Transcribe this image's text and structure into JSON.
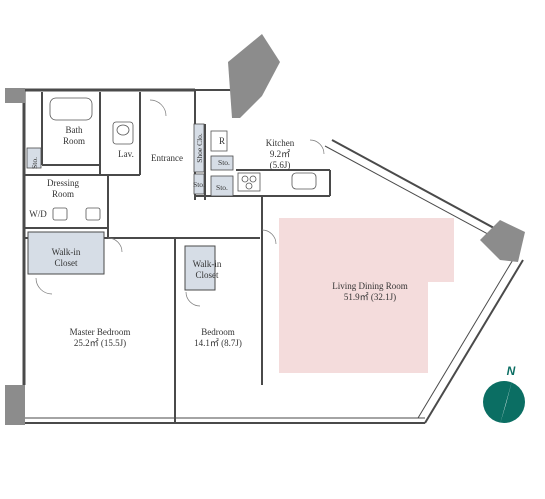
{
  "colors": {
    "wall": "#4a4a4a",
    "wall_light": "#9a9a9a",
    "closet_fill": "#d6dde6",
    "living_highlight": "#f4dcdc",
    "compass": "#0b6e63",
    "text": "#333333"
  },
  "rooms": {
    "bath": [
      "Bath",
      "Room"
    ],
    "lav": "Lav.",
    "entrance": "Entrance",
    "shoe_closet": "Shoe Clo.",
    "kitchen": [
      "Kitchen",
      "9.2㎡",
      "(5.6J)"
    ],
    "r": "R",
    "sto_kitchen1": "Sto.",
    "sto_kitchen2": "Sto.",
    "sto_hall": "Sto.",
    "sto_left": "Sto.",
    "dressing": [
      "Dressing",
      "Room"
    ],
    "wd": "W/D",
    "walk_in_1": [
      "Walk-in",
      "Closet"
    ],
    "walk_in_2": [
      "Walk-in",
      "Closet"
    ],
    "master": [
      "Master Bedroom",
      "25.2㎡  (15.5J)"
    ],
    "bedroom": [
      "Bedroom",
      "14.1㎡  (8.7J)"
    ],
    "living": [
      "Living Dining Room",
      "51.9㎡  (32.1J)"
    ]
  },
  "compass": {
    "label": "N",
    "icon": "north-arrow-icon"
  }
}
